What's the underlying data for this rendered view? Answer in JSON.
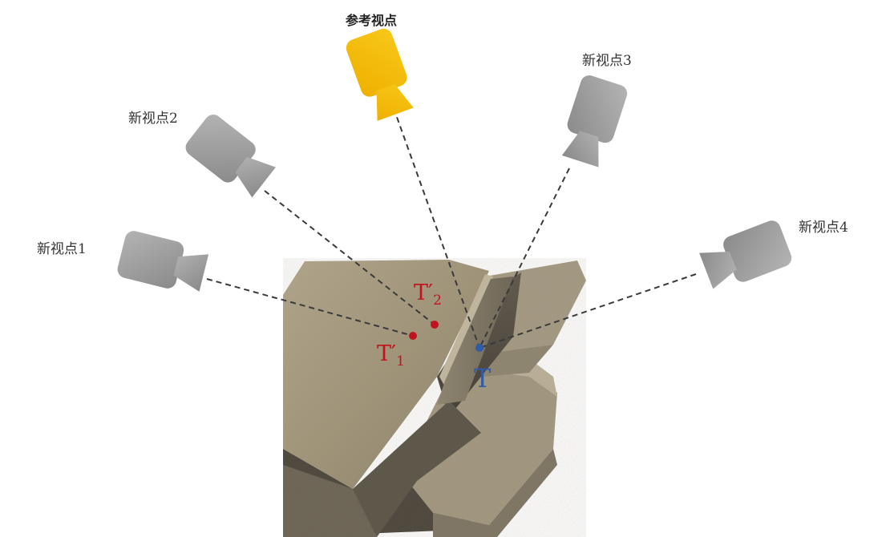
{
  "labels": {
    "reference_view": "参考视点",
    "new_view_1": "新视点1",
    "new_view_2": "新视点2",
    "new_view_3": "新视点3",
    "new_view_4": "新视点4"
  },
  "points": {
    "t1_main": "T′",
    "t1_sub": "1",
    "t2_main": "T′",
    "t2_sub": "2",
    "t": "T"
  },
  "colors": {
    "reference_camera": "#f5bd06",
    "new_camera": "#9a9a9a",
    "projected_point": "#c0141c",
    "target_point": "#2f5ca8",
    "ray": "#3a3a3a"
  },
  "icons": {
    "camera": "video-camera-icon"
  }
}
